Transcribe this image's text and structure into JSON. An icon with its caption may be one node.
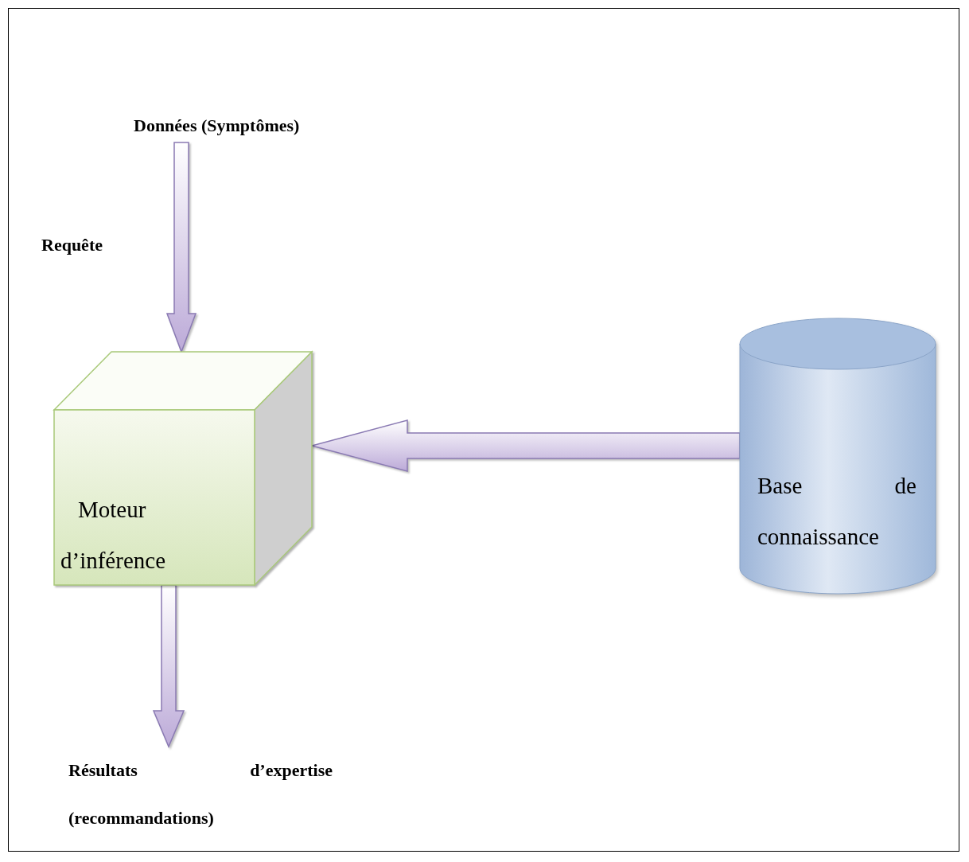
{
  "diagram": {
    "nodes": [
      {
        "text": [
          "Données  (Symptômes)"
        ]
      },
      {
        "text": [
          "Moteur d’inférence"
        ]
      },
      {
        "text": [
          "Base de connaissance"
        ]
      },
      {
        "text": [
          "Résultats d’expertise (recommandations)"
        ]
      }
    ],
    "edges": [
      {
        "from": 0,
        "to": 1,
        "arrow": "to",
        "style": "thick"
      },
      {
        "from": 2,
        "to": 1,
        "arrow": "to",
        "style": "thick"
      },
      {
        "from": 1,
        "to": 3,
        "arrow": "to",
        "style": "thick"
      }
    ],
    "labels": [
      "Requête"
    ]
  }
}
